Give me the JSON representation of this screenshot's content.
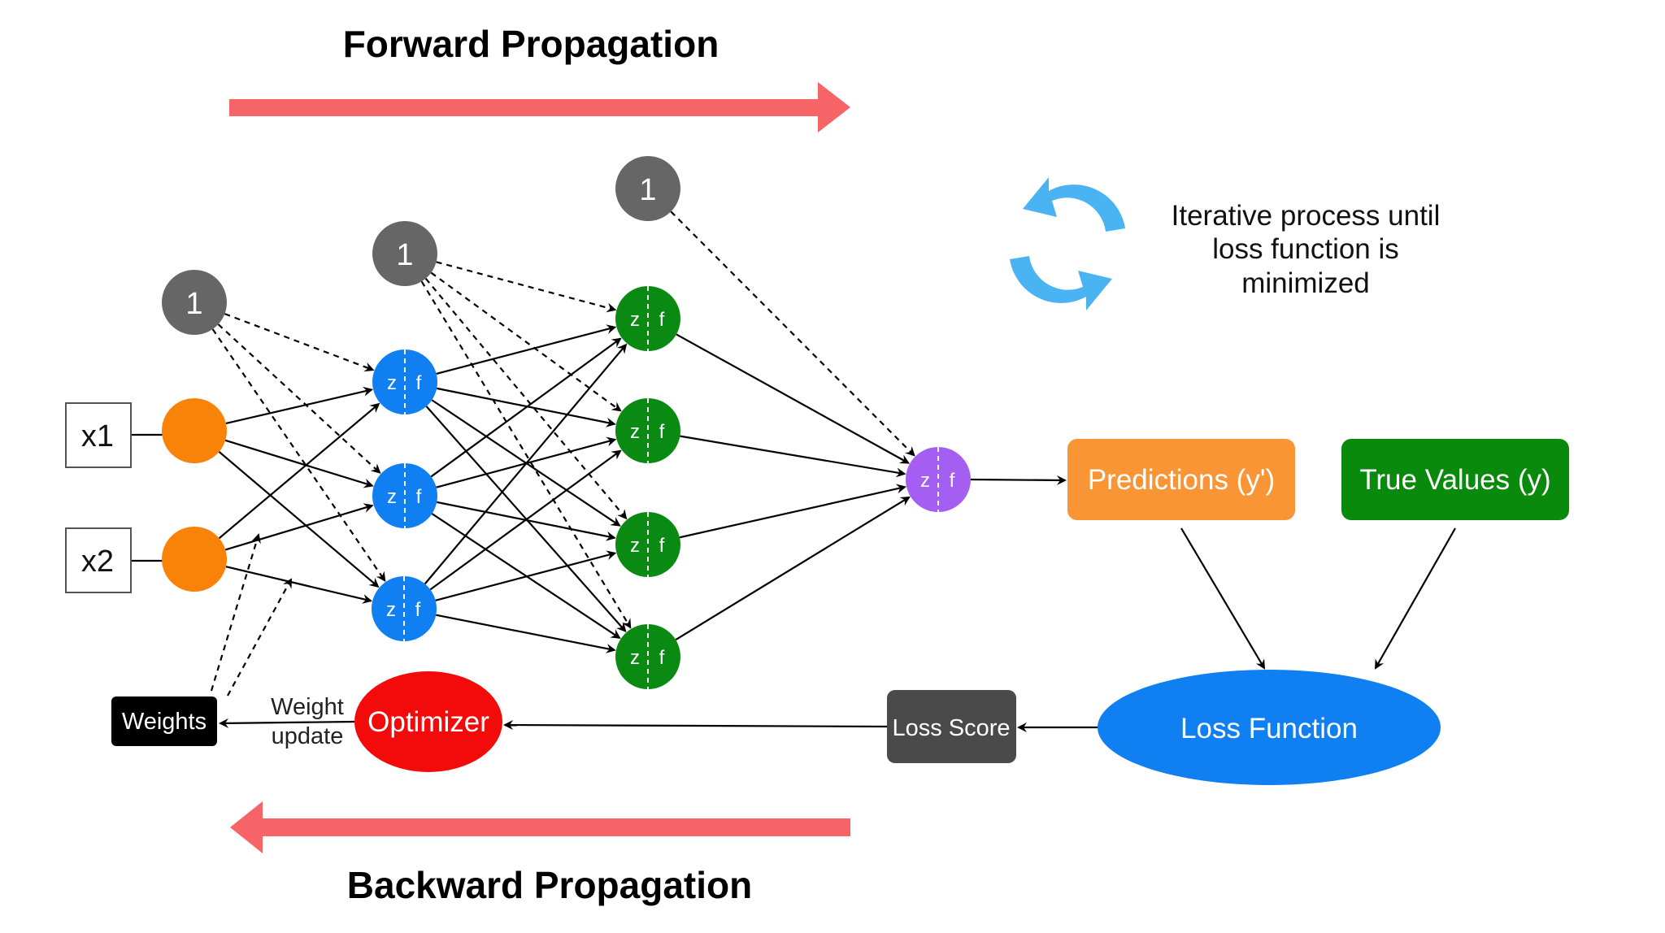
{
  "titles": {
    "forward": "Forward Propagation",
    "backward": "Backward Propagation"
  },
  "colors": {
    "propagation_arrow": "#f76468",
    "input_node": "#f98208",
    "hidden1_node": "#0f7ff2",
    "hidden2_node": "#0a8a12",
    "output_node": "#a45ef2",
    "bias_node": "#666666",
    "predictions_box": "#f99534",
    "true_values_box": "#098a0d",
    "loss_function": "#0f7ff2",
    "loss_score": "#4a4a4a",
    "optimizer": "#f30a0a",
    "weights_box": "#000000",
    "refresh_icon": "#4ab4f2"
  },
  "inputs": [
    {
      "label": "x1"
    },
    {
      "label": "x2"
    }
  ],
  "bias_nodes": [
    {
      "label": "1"
    },
    {
      "label": "1"
    },
    {
      "label": "1"
    }
  ],
  "neuron": {
    "z_label": "z",
    "f_label": "f"
  },
  "layers": {
    "input_count": 2,
    "hidden1_count": 3,
    "hidden2_count": 4,
    "output_count": 1
  },
  "boxes": {
    "predictions": "Predictions (y')",
    "true_values": "True Values (y)",
    "loss_function": "Loss Function",
    "loss_score": "Loss Score",
    "optimizer": "Optimizer",
    "weights": "Weights"
  },
  "edge_labels": {
    "weight_update_line1": "Weight",
    "weight_update_line2": "update"
  },
  "note": {
    "icon": "refresh-icon",
    "line1": "Iterative process until",
    "line2": "loss function is",
    "line3": "minimized"
  }
}
